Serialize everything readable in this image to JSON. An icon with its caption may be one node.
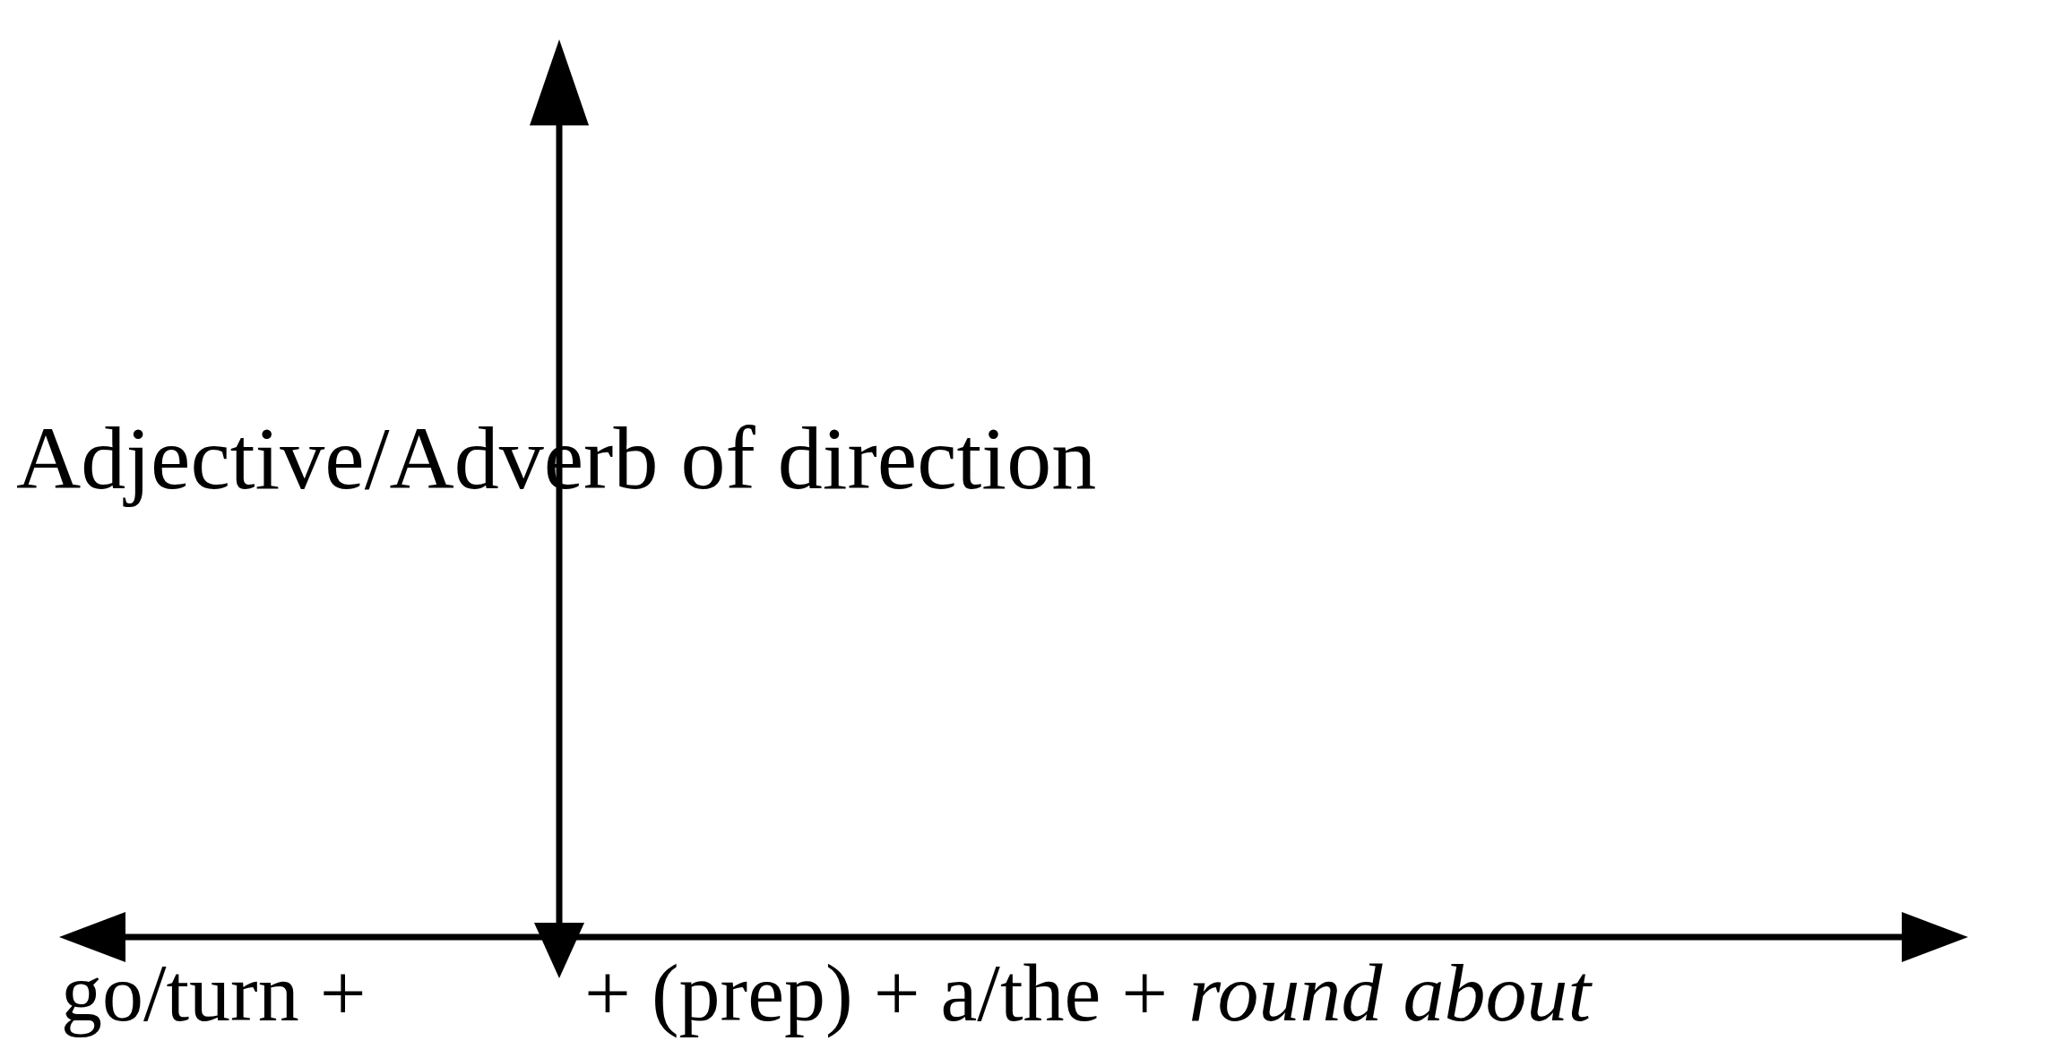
{
  "diagram": {
    "labels": [
      "Adjective/Adverb of direction",
      "go/turn +",
      "+ (prep) + a/the + *round about*"
    ]
  }
}
